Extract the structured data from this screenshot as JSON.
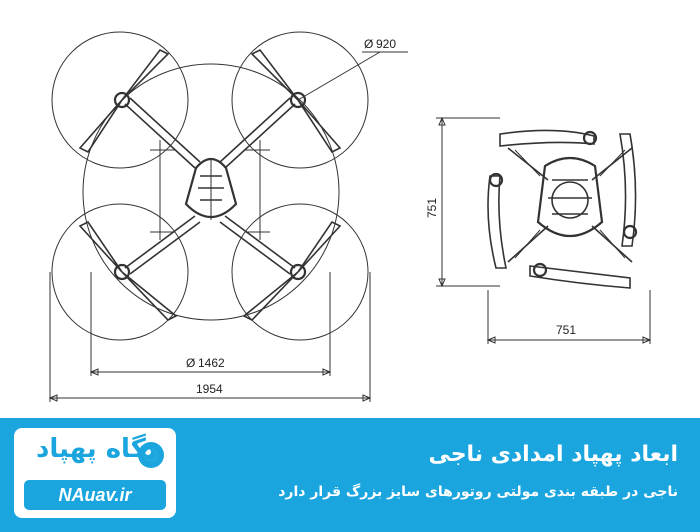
{
  "drawing": {
    "dimensions": {
      "rotor_diameter": "920",
      "rotor_diameter_symbol": "Ø",
      "diagonal_wheelbase": "1462",
      "diagonal_symbol": "Ø",
      "overall_width": "1954",
      "folded_height": "751",
      "folded_width": "751"
    }
  },
  "banner": {
    "title": "ابعاد پهپاد امدادی ناجی",
    "subtitle": "ناجی در طبقه بندی مولتی روتورهای سایز بزرگ قرار دارد",
    "background": "#1aa5df"
  },
  "logo": {
    "name": "نگاه پهپاد",
    "url": "NAuav.ir"
  }
}
